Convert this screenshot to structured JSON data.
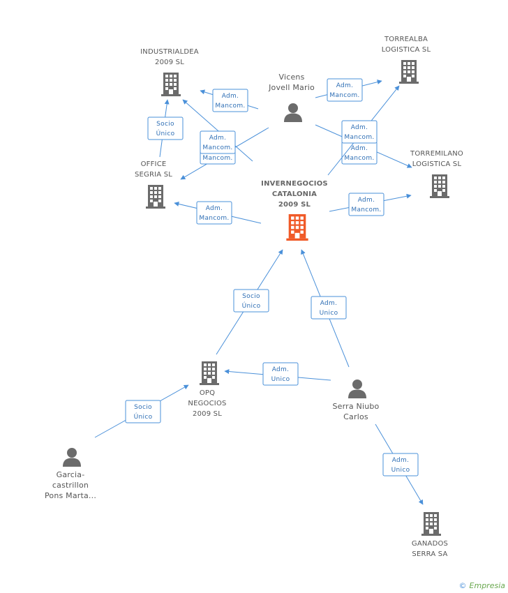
{
  "colors": {
    "company": "#6b6b6b",
    "center": "#f05a28",
    "person": "#6b6b6b",
    "edge": "#4a90d9",
    "edge_text": "#2f6fb5"
  },
  "nodes": [
    {
      "id": "center",
      "kind": "company-main",
      "lines": [
        "INVERNEGOCIOS",
        "CATALONIA",
        "2009 SL"
      ]
    },
    {
      "id": "industrialdea",
      "kind": "company",
      "lines": [
        "INDUSTRIALDEA",
        "2009 SL"
      ]
    },
    {
      "id": "torrealba",
      "kind": "company",
      "lines": [
        "TORREALBA",
        "LOGISTICA SL"
      ]
    },
    {
      "id": "torremilano",
      "kind": "company",
      "lines": [
        "TORREMILANO",
        "LOGISTICA SL"
      ]
    },
    {
      "id": "office",
      "kind": "company",
      "lines": [
        "OFFICE",
        "SEGRIA SL"
      ]
    },
    {
      "id": "opq",
      "kind": "company",
      "lines": [
        "OPQ",
        "NEGOCIOS",
        "2009 SL"
      ]
    },
    {
      "id": "ganados",
      "kind": "company",
      "lines": [
        "GANADOS",
        "SERRA SA"
      ]
    },
    {
      "id": "vicens",
      "kind": "person",
      "lines": [
        "Vicens",
        "Jovell Mario"
      ]
    },
    {
      "id": "serra",
      "kind": "person",
      "lines": [
        "Serra Niubo",
        "Carlos"
      ]
    },
    {
      "id": "garcia",
      "kind": "person",
      "lines": [
        "Garcia-",
        "castrillon",
        "Pons Marta..."
      ]
    }
  ],
  "edges": [
    {
      "id": "e1",
      "lines": [
        "Adm.",
        "Mancom."
      ]
    },
    {
      "id": "e2",
      "lines": [
        "Adm.",
        "Mancom."
      ]
    },
    {
      "id": "e3",
      "lines": [
        "Adm.",
        "Mancom."
      ]
    },
    {
      "id": "e4",
      "lines": [
        "Adm.",
        "Mancom."
      ]
    },
    {
      "id": "e5",
      "lines": [
        "Adm.",
        "Mancom."
      ]
    },
    {
      "id": "e6",
      "lines": [
        "Adm.",
        "Mancom."
      ]
    },
    {
      "id": "e7",
      "lines": [
        "Socio",
        "Único"
      ]
    },
    {
      "id": "e8",
      "lines": [
        "Adm.",
        "Mancom."
      ]
    },
    {
      "id": "e9",
      "lines": [
        "Adm.",
        "Mancom."
      ]
    },
    {
      "id": "e10",
      "lines": [
        "Socio",
        "Único"
      ]
    },
    {
      "id": "e11",
      "lines": [
        "Adm.",
        "Unico"
      ]
    },
    {
      "id": "e12",
      "lines": [
        "Adm.",
        "Unico"
      ]
    },
    {
      "id": "e13",
      "lines": [
        "Socio",
        "Único"
      ]
    },
    {
      "id": "e14",
      "lines": [
        "Adm.",
        "Unico"
      ]
    }
  ],
  "footer": {
    "copyright": "©",
    "brand": "Empresia"
  }
}
